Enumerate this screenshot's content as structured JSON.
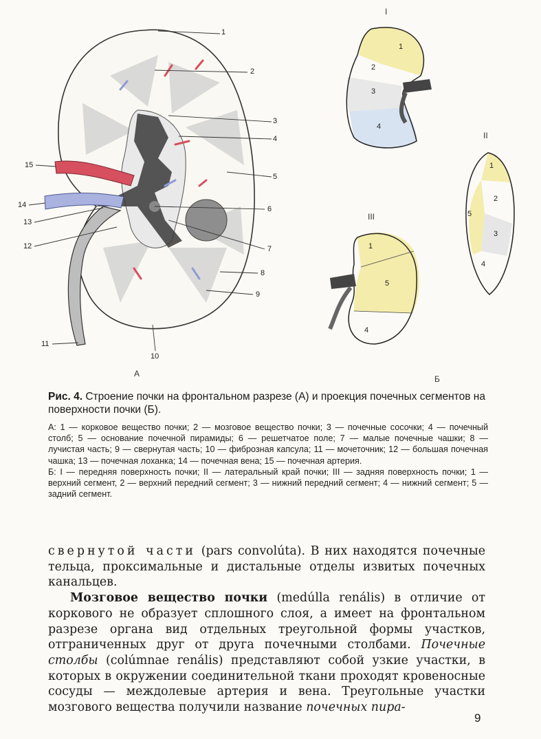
{
  "figure": {
    "panel_a": "А",
    "panel_b": "Б",
    "view_labels": [
      "I",
      "II",
      "III"
    ],
    "kidney_callouts": [
      "1",
      "2",
      "3",
      "4",
      "5",
      "6",
      "7",
      "8",
      "9",
      "10",
      "11",
      "12",
      "13",
      "14",
      "15"
    ],
    "seg_I": [
      "1",
      "2",
      "3",
      "4"
    ],
    "seg_II": [
      "1",
      "2",
      "5",
      "3",
      "4"
    ],
    "seg_III": [
      "1",
      "5",
      "4"
    ],
    "colors": {
      "yellow": "#f4ecaa",
      "blue": "#d8e3f1",
      "artery": "#d6505f",
      "vein": "#8f9cd6",
      "grey": "#e6e6e6"
    }
  },
  "caption": {
    "fig_label": "Рис. 4.",
    "title": "Строение почки на фронтальном разрезе (А) и проекция почечных сегментов на поверхности почки (Б).",
    "legend_a": "А: 1 — корковое вещество почки; 2 — мозговое вещество почки; 3 — почечные сосочки; 4 — почечный столб; 5 — основание почечной пирамиды; 6 — решетчатое поле; 7 — малые почечные чашки; 8 — лучистая часть; 9 — свернутая часть; 10 — фиброзная капсула; 11 — мочеточник; 12 — большая почечная чашка; 13 — почечная лоханка; 14 — почечная вена; 15 — почечная артерия.",
    "legend_b": "Б: I — передняя поверхность почки; II — латеральный край почки; III — задняя поверхность почки; 1 — верхний сегмент, 2 — верхний передний сегмент; 3 — нижний передний сегмент; 4 — нижний сегмент; 5 — задний сегмент."
  },
  "body": {
    "p1_spaced": "свернутой части",
    "p1_rest": " (pars convolúta). В них находятся почечные тельца, проксимальные и дистальные отделы извитых почечных канальцев.",
    "p2_bold": "Мозговое вещество почки",
    "p2_text": " (medúlla renális) в отличие от коркового не образует сплошного слоя, а имеет на фронтальном разрезе органа вид отдельных треугольной формы участков, отграниченных друг от друга почечными столбами. ",
    "p2_italic": "Почечные столбы",
    "p2_text2": " (colúmnae renális) представляют собой узкие участки, в которых в окружении соединительной ткани проходят кровеносные сосуды — междолевые артерия и вена. Треугольные участки мозгового вещества получили название ",
    "p2_italic2": "почечных пира-"
  },
  "page_number": "9"
}
